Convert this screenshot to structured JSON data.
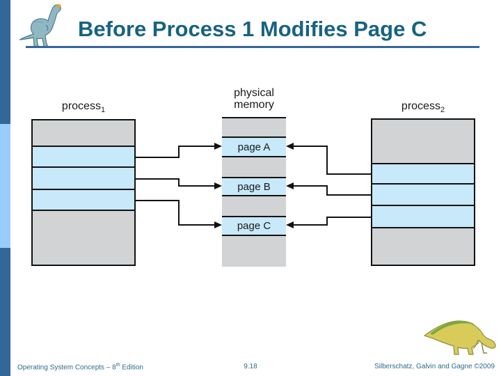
{
  "title": "Before Process 1 Modifies Page C",
  "diagram": {
    "left_process": {
      "name": "process",
      "subscript": "1"
    },
    "physical_memory": {
      "line1": "physical",
      "line2": "memory"
    },
    "right_process": {
      "name": "process",
      "subscript": "2"
    },
    "pages": [
      {
        "label": "page A"
      },
      {
        "label": "page B"
      },
      {
        "label": "page C"
      }
    ]
  },
  "footer": {
    "book": "Operating System Concepts – 8",
    "book_sup": "th",
    "book_suffix": " Edition",
    "page_number": "9.18",
    "credits": "Silberschatz, Galvin and Gagne ©2009"
  },
  "colors": {
    "bar_dark": "#336699",
    "bar_light": "#99CCFF",
    "title_text": "#176380",
    "footer_text": "#2E6B8A",
    "diagram_gray": "#D1D3D4",
    "diagram_blue": "#C7E9FA",
    "line_black": "#111111"
  }
}
